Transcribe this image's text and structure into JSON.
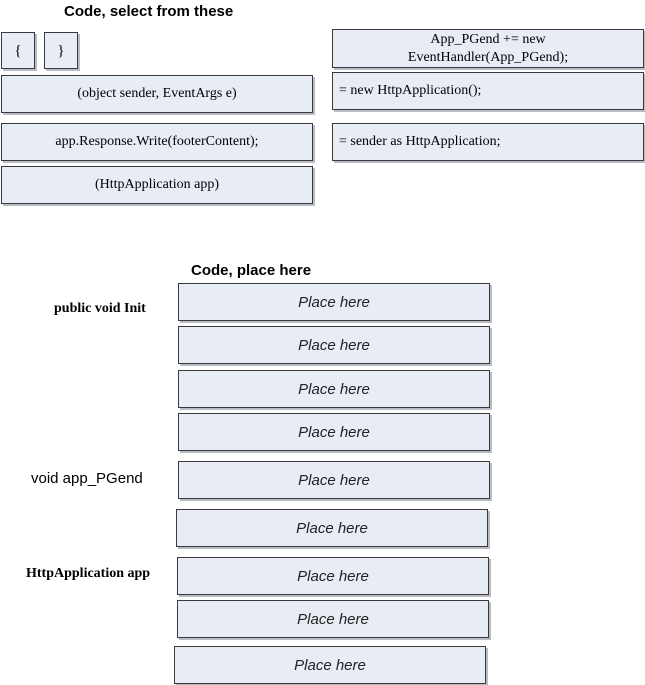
{
  "source_section": {
    "title": "Code, select from these",
    "items": {
      "open_brace": "{",
      "close_brace": "}",
      "object_sender_args": "(object sender, EventArgs e)",
      "response_write": "app.Response.Write(footerContent);",
      "httpapplication_param": "(HttpApplication app)",
      "pgend_handler_line1": "App_PGend += new",
      "pgend_handler_line2": "EventHandler(App_PGend);",
      "new_httpapplication": "= new HttpApplication();",
      "sender_as_httpapplication": "= sender as HttpApplication;"
    }
  },
  "target_section": {
    "title": "Code, place here",
    "labels": {
      "public_void_init": "public void Init",
      "void_app_pgend": "void app_PGend",
      "httpapplication_app": "HttpApplication app"
    },
    "slot_text": "Place here"
  }
}
